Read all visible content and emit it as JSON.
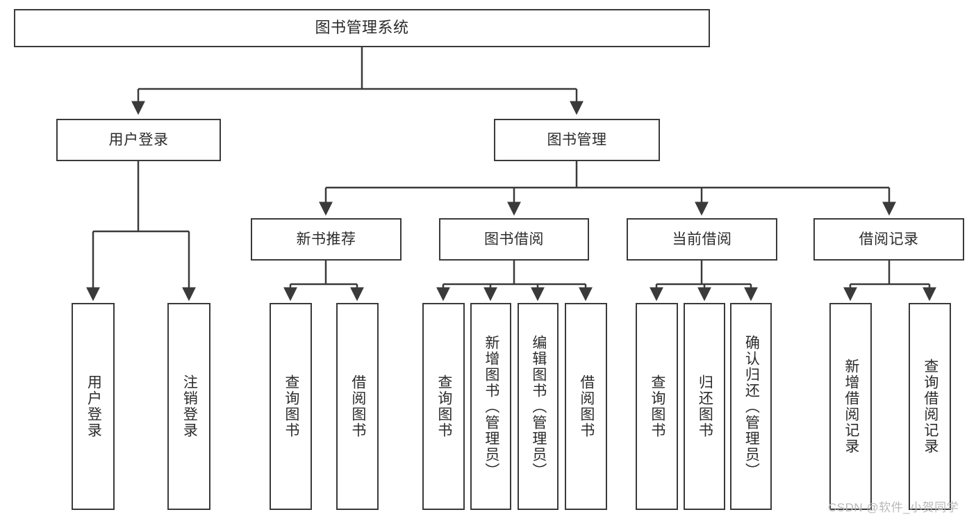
{
  "diagram": {
    "title_node": {
      "label": "图书管理系统"
    },
    "level2": [
      {
        "id": "user-login",
        "label": "用户登录"
      },
      {
        "id": "book-management",
        "label": "图书管理"
      }
    ],
    "level3": [
      {
        "id": "new-book-recommend",
        "label": "新书推荐"
      },
      {
        "id": "book-borrow",
        "label": "图书借阅"
      },
      {
        "id": "current-borrow",
        "label": "当前借阅"
      },
      {
        "id": "borrow-record",
        "label": "借阅记录"
      }
    ],
    "leaves": {
      "user_login": [
        {
          "id": "leaf-user-login",
          "label": "用户登录"
        },
        {
          "id": "leaf-logout-login",
          "label": "注销登录"
        }
      ],
      "new_book_recommend": [
        {
          "id": "leaf-query-book-1",
          "label": "查询图书"
        },
        {
          "id": "leaf-borrow-book-1",
          "label": "借阅图书"
        }
      ],
      "book_borrow": [
        {
          "id": "leaf-query-book-2",
          "label": "查询图书"
        },
        {
          "id": "leaf-add-book",
          "label": "新增图书（管理员）"
        },
        {
          "id": "leaf-edit-book",
          "label": "编辑图书（管理员）"
        },
        {
          "id": "leaf-borrow-book-2",
          "label": "借阅图书"
        }
      ],
      "current_borrow": [
        {
          "id": "leaf-query-book-3",
          "label": "查询图书"
        },
        {
          "id": "leaf-return-book",
          "label": "归还图书"
        },
        {
          "id": "leaf-confirm-return",
          "label": "确认归还（管理员）"
        }
      ],
      "borrow_record": [
        {
          "id": "leaf-add-borrow-record",
          "label": "新增借阅记录"
        },
        {
          "id": "leaf-query-borrow-record",
          "label": "查询借阅记录"
        }
      ]
    }
  },
  "watermark": {
    "text": "CSDN @软件_小贺同学"
  },
  "colors": {
    "stroke": "#3a3a3a",
    "background": "#ffffff",
    "text": "#2b2b2b",
    "watermark": "#b9b9b9"
  }
}
